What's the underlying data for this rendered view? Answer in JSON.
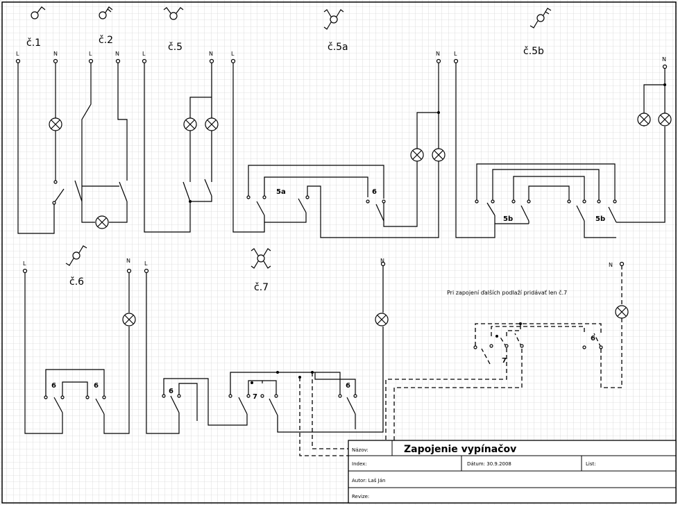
{
  "labels": {
    "c1": "č.1",
    "c2": "č.2",
    "c5": "č.5",
    "c5a": "č.5a",
    "c5b": "č.5b",
    "c6": "č.6",
    "c7": "č.7",
    "L": "L",
    "N": "N",
    "n5a": "5a",
    "n5b": "5b",
    "n6": "6",
    "n7": "7"
  },
  "note": "Pri zapojení ďalších podlaží pridávať len č.7",
  "title_block": {
    "nazov_label": "Názov:",
    "title": "Zapojenie vypínačov",
    "index_label": "Index:",
    "datum": "Dátum: 30.9.2008",
    "list_label": "List:",
    "autor": "Autor: Laš Ján",
    "revize_label": "Revize:"
  },
  "colors": {
    "grid": "#c8c8c8",
    "line": "#000000",
    "background": "#ffffff"
  }
}
